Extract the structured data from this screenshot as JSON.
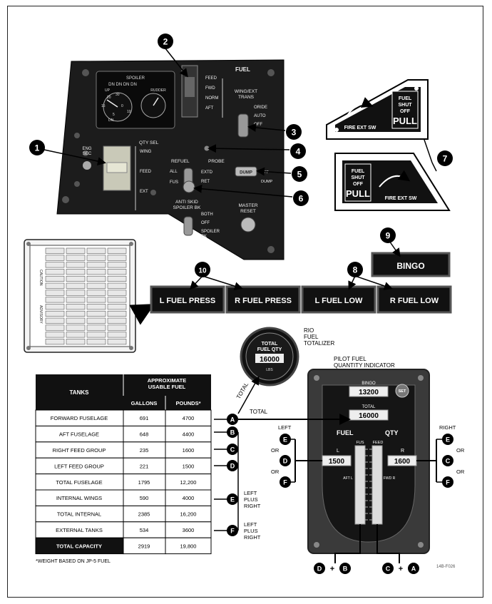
{
  "callouts": [
    "1",
    "2",
    "3",
    "4",
    "5",
    "6",
    "7",
    "8",
    "9",
    "10"
  ],
  "panel": {
    "fuel": "FUEL",
    "spoiler": "SPOILER",
    "rudder": "RUDDER",
    "spoiler_dn": "DN DN DN DN",
    "spoiler_up": "UP",
    "dial_numbers": [
      "20",
      "30",
      "15",
      "0",
      "10",
      "5",
      "DN"
    ],
    "feed_pos": [
      "FEED",
      "FWD",
      "NORM",
      "AFT"
    ],
    "wing_ext_trans": "WING/EXT\nTRANS",
    "trans_pos": [
      "ORIDE",
      "AUTO",
      "OFF"
    ],
    "eng_sec": "ENG\nSEC",
    "qty_sel": "QTY SEL",
    "qty_pos": [
      "WING",
      "FEED",
      "EXT"
    ],
    "refuel": "REFUEL",
    "probe": "PROBE",
    "refuel_pos": [
      "ALL",
      "FUS",
      "EXTD",
      "RET"
    ],
    "dump": "DUMP",
    "dump_side": [
      "OFF",
      "DUMP"
    ],
    "anti_skid": "ANTI SKID\nSPOILER BK",
    "anti_skid_pos": [
      "BOTH",
      "OFF",
      "SPOILER\nBK"
    ],
    "master_reset": "MASTER\nRESET"
  },
  "placards": {
    "fire_ext_sw": "FIRE EXT SW",
    "fuel_shut_off": [
      "FUEL",
      "SHUT",
      "OFF"
    ],
    "pull": "PULL"
  },
  "caution": {
    "side_labels": [
      "CAUTION",
      "ADVISORY"
    ]
  },
  "lights": {
    "bingo": "BINGO",
    "l_fuel_press": "L FUEL PRESS",
    "r_fuel_press": "R FUEL PRESS",
    "l_fuel_low": "L FUEL LOW",
    "r_fuel_low": "R FUEL LOW"
  },
  "rio": {
    "label": "RIO\nFUEL\nTOTALIZER",
    "gauge_title": "TOTAL\nFUEL QTY",
    "value": "16000",
    "unit": "LBS",
    "total_arrow": "TOTAL"
  },
  "pilot": {
    "label": "PILOT FUEL\nQUANTITY INDICATOR",
    "bingo_label": "BINGO",
    "bingo_value": "13200",
    "set": "SET",
    "total_label": "TOTAL",
    "total_value": "16000",
    "fuel": "FUEL",
    "qty": "QTY",
    "l": "L",
    "r": "R",
    "l_value": "1500",
    "r_value": "1600",
    "fus": "FUS",
    "feed": "FEED",
    "aft": "AFT\nL",
    "fwd": "FWD\nR",
    "left": "LEFT",
    "right": "RIGHT",
    "or": "OR",
    "total_line": "TOTAL"
  },
  "table": {
    "head_tanks": "TANKS",
    "head_approx": "APPROXIMATE\nUSABLE FUEL",
    "head_gallons": "GALLONS",
    "head_pounds": "POUNDS*",
    "rows": [
      {
        "tank": "FORWARD FUSELAGE",
        "gallons": "691",
        "pounds": "4700",
        "key": "A"
      },
      {
        "tank": "AFT FUSELAGE",
        "gallons": "648",
        "pounds": "4400",
        "key": "B"
      },
      {
        "tank": "RIGHT FEED GROUP",
        "gallons": "235",
        "pounds": "1600",
        "key": "C"
      },
      {
        "tank": "LEFT FEED GROUP",
        "gallons": "221",
        "pounds": "1500",
        "key": "D"
      },
      {
        "tank": "TOTAL FUSELAGE",
        "gallons": "1795",
        "pounds": "12,200",
        "key": ""
      },
      {
        "tank": "INTERNAL WINGS",
        "gallons": "590",
        "pounds": "4000",
        "key": "E"
      },
      {
        "tank": "TOTAL INTERNAL",
        "gallons": "2385",
        "pounds": "16,200",
        "key": ""
      },
      {
        "tank": "EXTERNAL TANKS",
        "gallons": "534",
        "pounds": "3600",
        "key": "F"
      },
      {
        "tank": "TOTAL CAPACITY",
        "gallons": "2919",
        "pounds": "19,800",
        "key": ""
      }
    ],
    "left_plus_right": "LEFT\nPLUS\nRIGHT",
    "footnote": "*WEIGHT BASED ON JP-5 FUEL"
  },
  "bottom_keys": {
    "left_pair": [
      "D",
      "+",
      "B"
    ],
    "right_pair": [
      "C",
      "+",
      "A"
    ],
    "side_left": [
      "E",
      "D",
      "F"
    ],
    "side_right": [
      "E",
      "C",
      "F"
    ]
  },
  "figure_id": "14B-F026"
}
